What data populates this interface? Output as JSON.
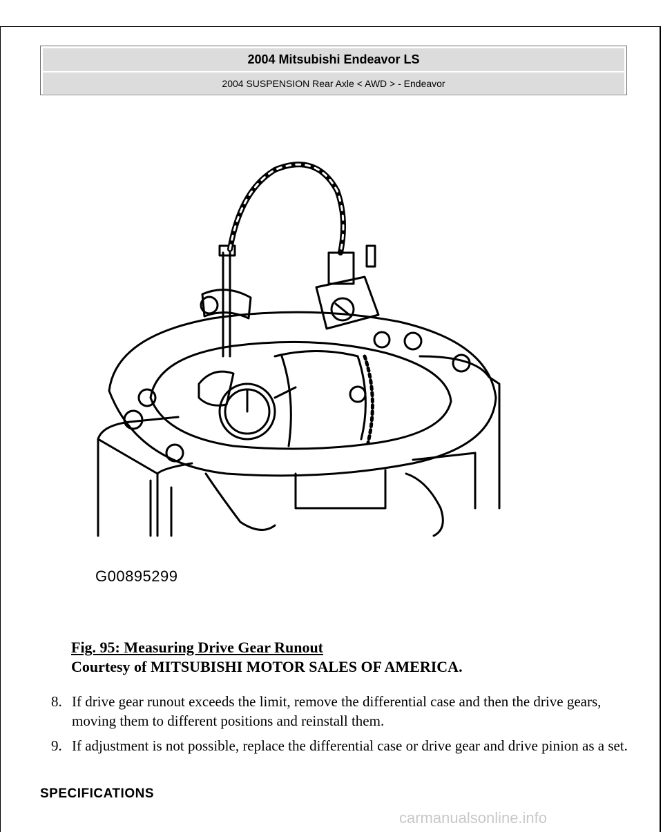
{
  "header": {
    "title": "2004 Mitsubishi Endeavor LS",
    "subtitle": "2004 SUSPENSION Rear Axle < AWD > - Endeavor"
  },
  "figure": {
    "code": "G00895299",
    "caption_title": "Fig. 95: Measuring Drive Gear Runout",
    "caption_courtesy": "Courtesy of MITSUBISHI MOTOR SALES OF AMERICA."
  },
  "steps": [
    {
      "number": "8.",
      "text": "If drive gear runout exceeds the limit, remove the differential case and then the drive gears, moving them to different positions and reinstall them."
    },
    {
      "number": "9.",
      "text": "If adjustment is not possible, replace the differential case or drive gear and drive pinion as a set."
    }
  ],
  "section_heading": "SPECIFICATIONS",
  "watermark": "carmanualsonline.info"
}
